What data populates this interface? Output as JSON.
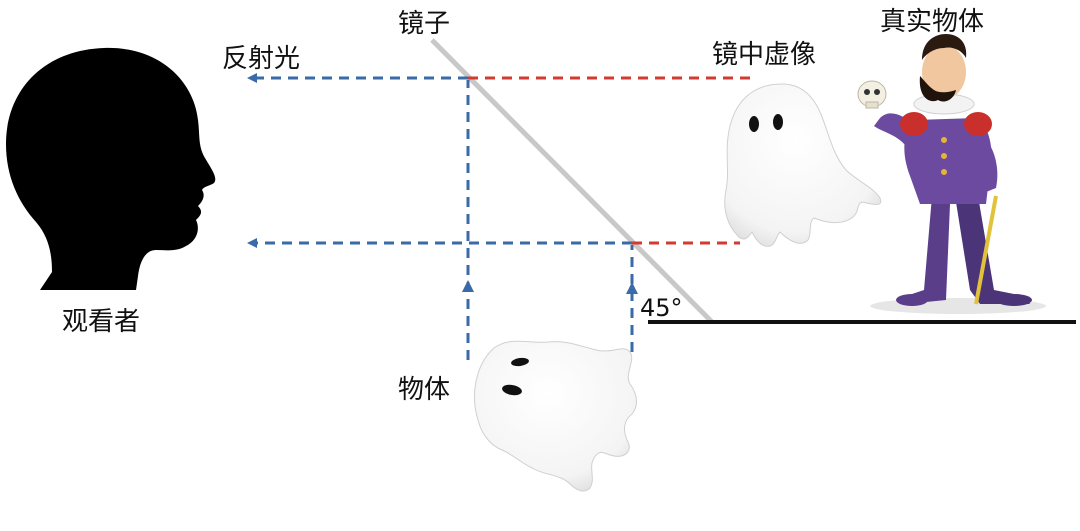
{
  "labels": {
    "mirror": "镜子",
    "reflected_light": "反射光",
    "virtual_image": "镜中虚像",
    "real_object": "真实物体",
    "viewer": "观看者",
    "object": "物体",
    "angle": "45°"
  },
  "colors": {
    "ray_blue": "#3a6aa8",
    "ray_red": "#d23a32",
    "mirror_gray": "#c8c8c8",
    "ground": "#111111",
    "silhouette": "#000000"
  },
  "icons": [
    "head-silhouette-icon",
    "ghost-icon",
    "actor-with-skull-icon"
  ]
}
